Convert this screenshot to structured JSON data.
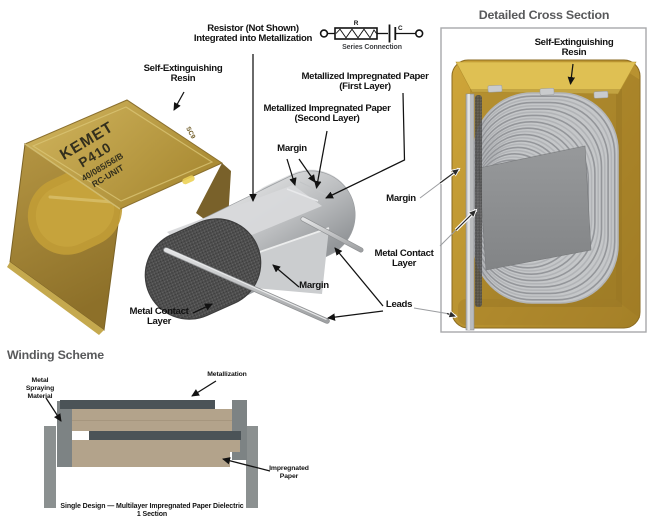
{
  "figure": {
    "main": {
      "resistor_note": [
        "Resistor (Not Shown)",
        "Integrated into Metallization"
      ],
      "self_extinguishing": [
        "Self-Extinguishing",
        "Resin"
      ],
      "paper_first": [
        "Metallized Impregnated Paper",
        "(First Layer)"
      ],
      "paper_second": [
        "Metallized Impregnated Paper",
        "(Second Layer)"
      ],
      "margin_top": "Margin",
      "margin_front": "Margin",
      "metal_contact": [
        "Metal Contact",
        "Layer"
      ],
      "leads": "Leads",
      "case_markings": {
        "brand": "KEMET",
        "series": "P410",
        "climate_code": "40/085/56/B",
        "unit_type": "RC-UNIT",
        "date_code": "SC9"
      }
    },
    "schematic": {
      "resistor": "R",
      "capacitor": "C",
      "caption": "Series Connection"
    },
    "cross_section": {
      "title": "Detailed Cross Section",
      "self_extinguishing": [
        "Self-Extinguishing",
        "Resin"
      ],
      "margin": "Margin",
      "metal_contact": [
        "Metal Contact",
        "Layer"
      ]
    },
    "winding_scheme": {
      "title": "Winding Scheme",
      "metal_spraying": [
        "Metal",
        "Spraying",
        "Material"
      ],
      "metallization": "Metallization",
      "impregnated_paper": [
        "Impregnated",
        "Paper"
      ],
      "caption": [
        "Single Design — Multilayer Impregnated Paper Dielectric",
        "1 Section"
      ]
    },
    "colors": {
      "resin_amber": "#c9a843",
      "winding_gray": "#b9bbbd",
      "contact_dark": "#4d4d4d",
      "heading_gray": "#58595b",
      "paper_tan": "#b3a38b",
      "metallization_dark": "#4b5357",
      "label_black": "#121212"
    }
  }
}
